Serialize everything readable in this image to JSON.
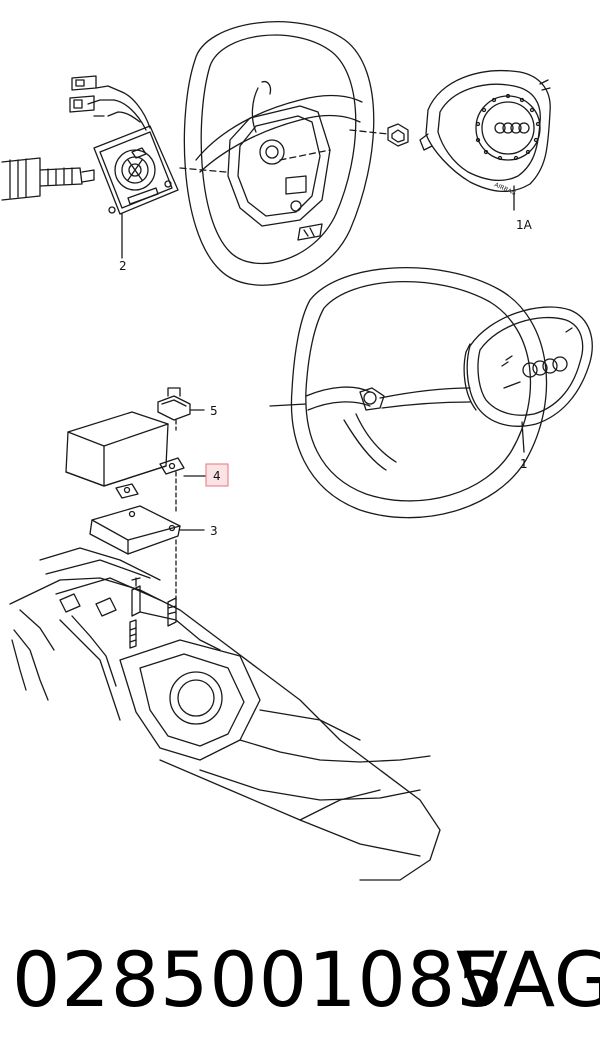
{
  "diagram": {
    "callouts": [
      {
        "id": "1",
        "label": "1"
      },
      {
        "id": "1A",
        "label": "1A"
      },
      {
        "id": "2",
        "label": "2"
      },
      {
        "id": "3",
        "label": "3"
      },
      {
        "id": "4",
        "label": "4",
        "highlighted": true
      },
      {
        "id": "5",
        "label": "5"
      }
    ],
    "airbag_text": "AIRBAG",
    "highlight_color": "#e8898f",
    "highlight_fill": "#fbe3e5",
    "line_color": "#1a1a1a"
  },
  "caption": {
    "part_number": "0285001085",
    "brand": "VAG"
  }
}
